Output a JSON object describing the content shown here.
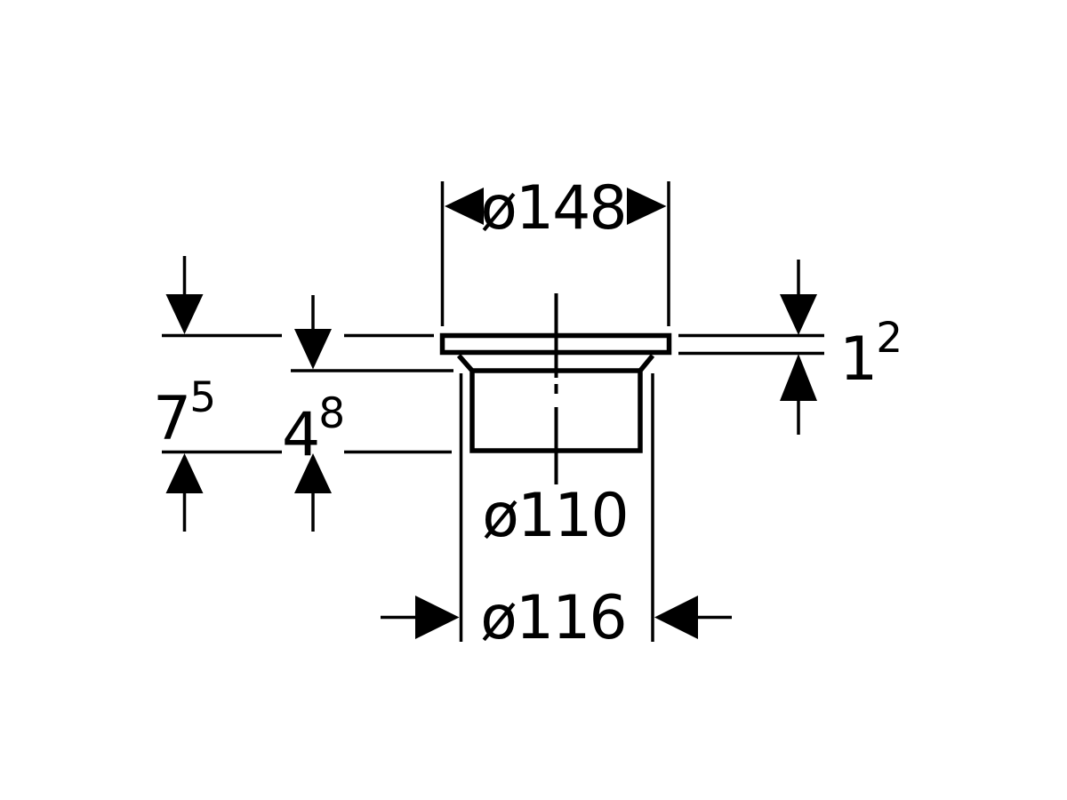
{
  "page": {
    "background": "#ffffff",
    "line_color": "#000000"
  },
  "labels": {
    "flange_diameter": {
      "text": "ø148"
    },
    "total_height": {
      "main": "7",
      "sup": "5"
    },
    "socket_height": {
      "main": "4",
      "sup": "8"
    },
    "flange_thickness": {
      "main": "1",
      "sup": "2"
    },
    "inner_diameter": {
      "text": "ø110"
    },
    "outer_diameter": {
      "text": "ø116"
    }
  }
}
